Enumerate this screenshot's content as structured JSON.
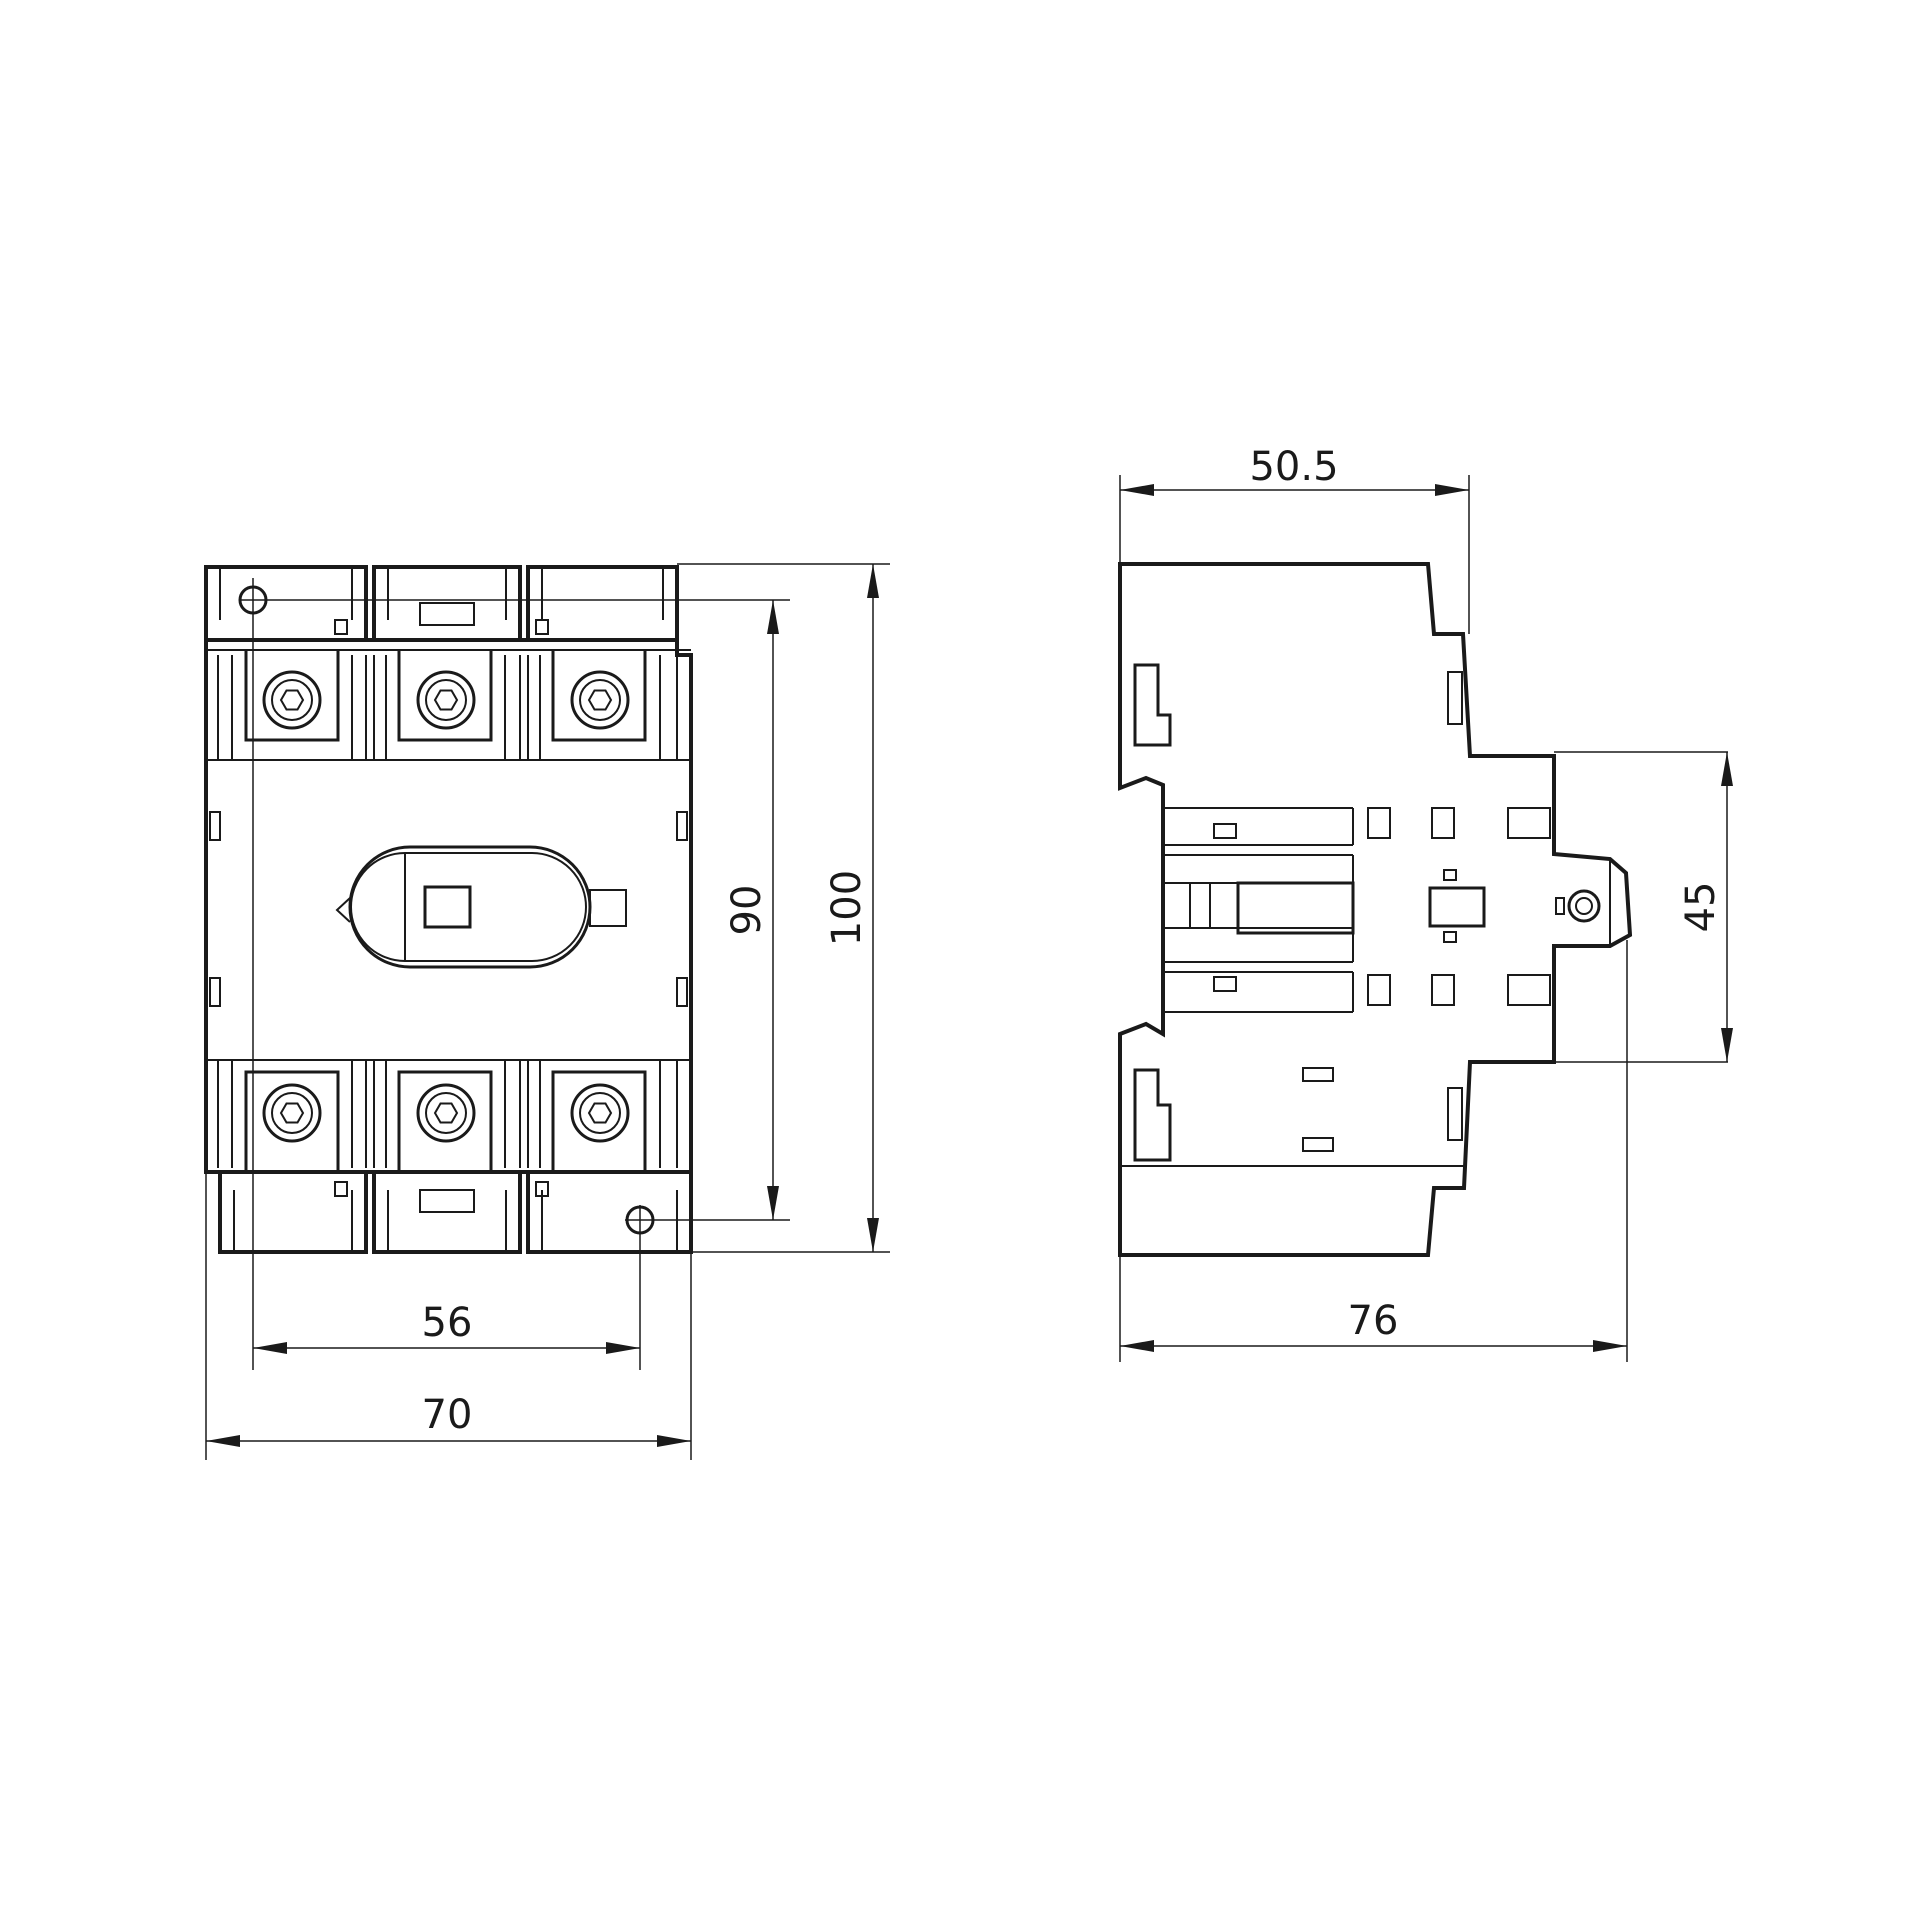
{
  "dimensions": {
    "front_width_overall": "70",
    "front_mounting_width": "56",
    "front_height_overall": "100",
    "front_mounting_height": "90",
    "side_depth_top": "50.5",
    "side_depth_overall": "76",
    "side_rail_height": "45"
  },
  "colors": {
    "line": "#1a1a1a",
    "background": "#ffffff"
  }
}
